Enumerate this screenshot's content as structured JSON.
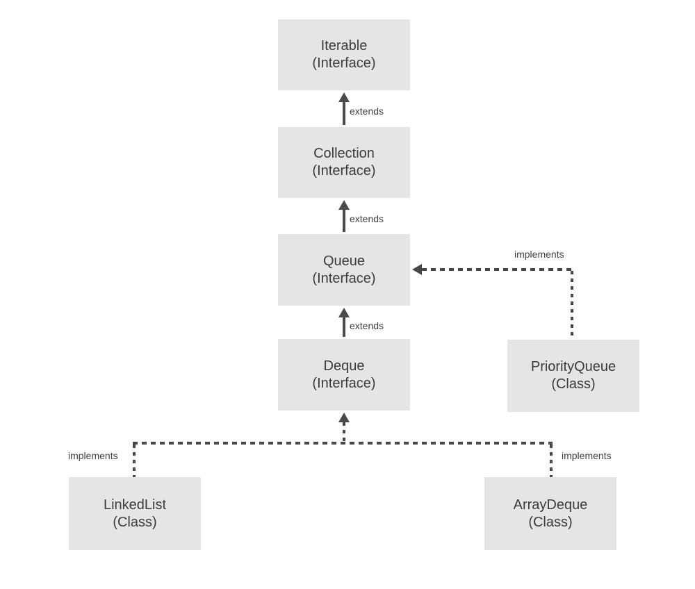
{
  "colors": {
    "background": "#ffffff",
    "node_fill": "#e5e5e5",
    "node_text": "#3b3b3b",
    "edge": "#4a4a4a"
  },
  "nodes": [
    {
      "id": "iterable",
      "name": "Iterable",
      "kind": "(Interface)"
    },
    {
      "id": "collection",
      "name": "Collection",
      "kind": "(Interface)"
    },
    {
      "id": "queue",
      "name": "Queue",
      "kind": "(Interface)"
    },
    {
      "id": "deque",
      "name": "Deque",
      "kind": "(Interface)"
    },
    {
      "id": "priorityqueue",
      "name": "PriorityQueue",
      "kind": "(Class)"
    },
    {
      "id": "linkedlist",
      "name": "LinkedList",
      "kind": "(Class)"
    },
    {
      "id": "arraydeque",
      "name": "ArrayDeque",
      "kind": "(Class)"
    }
  ],
  "edges": [
    {
      "from": "Collection",
      "to": "Iterable",
      "label": "extends",
      "style": "solid"
    },
    {
      "from": "Queue",
      "to": "Collection",
      "label": "extends",
      "style": "solid"
    },
    {
      "from": "Deque",
      "to": "Queue",
      "label": "extends",
      "style": "solid"
    },
    {
      "from": "PriorityQueue",
      "to": "Queue",
      "label": "implements",
      "style": "dashed"
    },
    {
      "from": "LinkedList",
      "to": "Deque",
      "label": "implements",
      "style": "dashed"
    },
    {
      "from": "ArrayDeque",
      "to": "Deque",
      "label": "implements",
      "style": "dashed"
    }
  ]
}
